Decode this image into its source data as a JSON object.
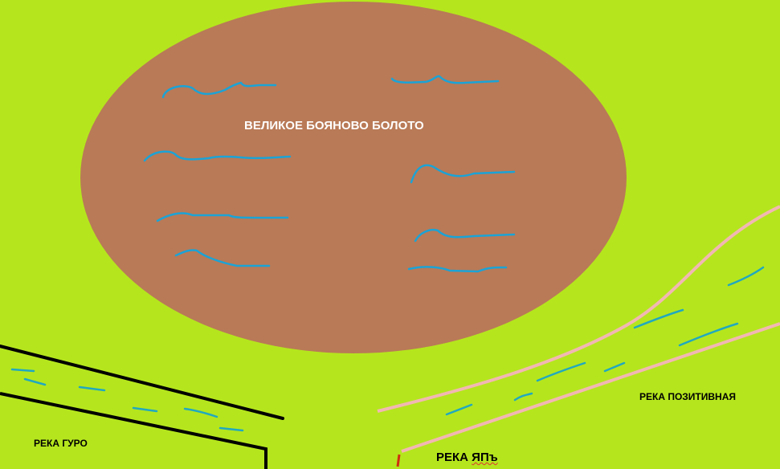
{
  "labels": {
    "swamp": "ВЕЛИКОЕ БОЯНОВО БОЛОТО",
    "river_guro": "РЕКА ГУРО",
    "river_positive": "РЕКА ПОЗИТИВНАЯ",
    "river_yap_prefix": "РЕКА ",
    "river_yap_name": "ЯПъ"
  },
  "colors": {
    "land": "#b5e61d",
    "swamp": "#b97a57",
    "water": "#1ba3d6",
    "guro_banks": "#000000",
    "positive_banks": "#f2b7b3",
    "marker": "#d03010"
  }
}
